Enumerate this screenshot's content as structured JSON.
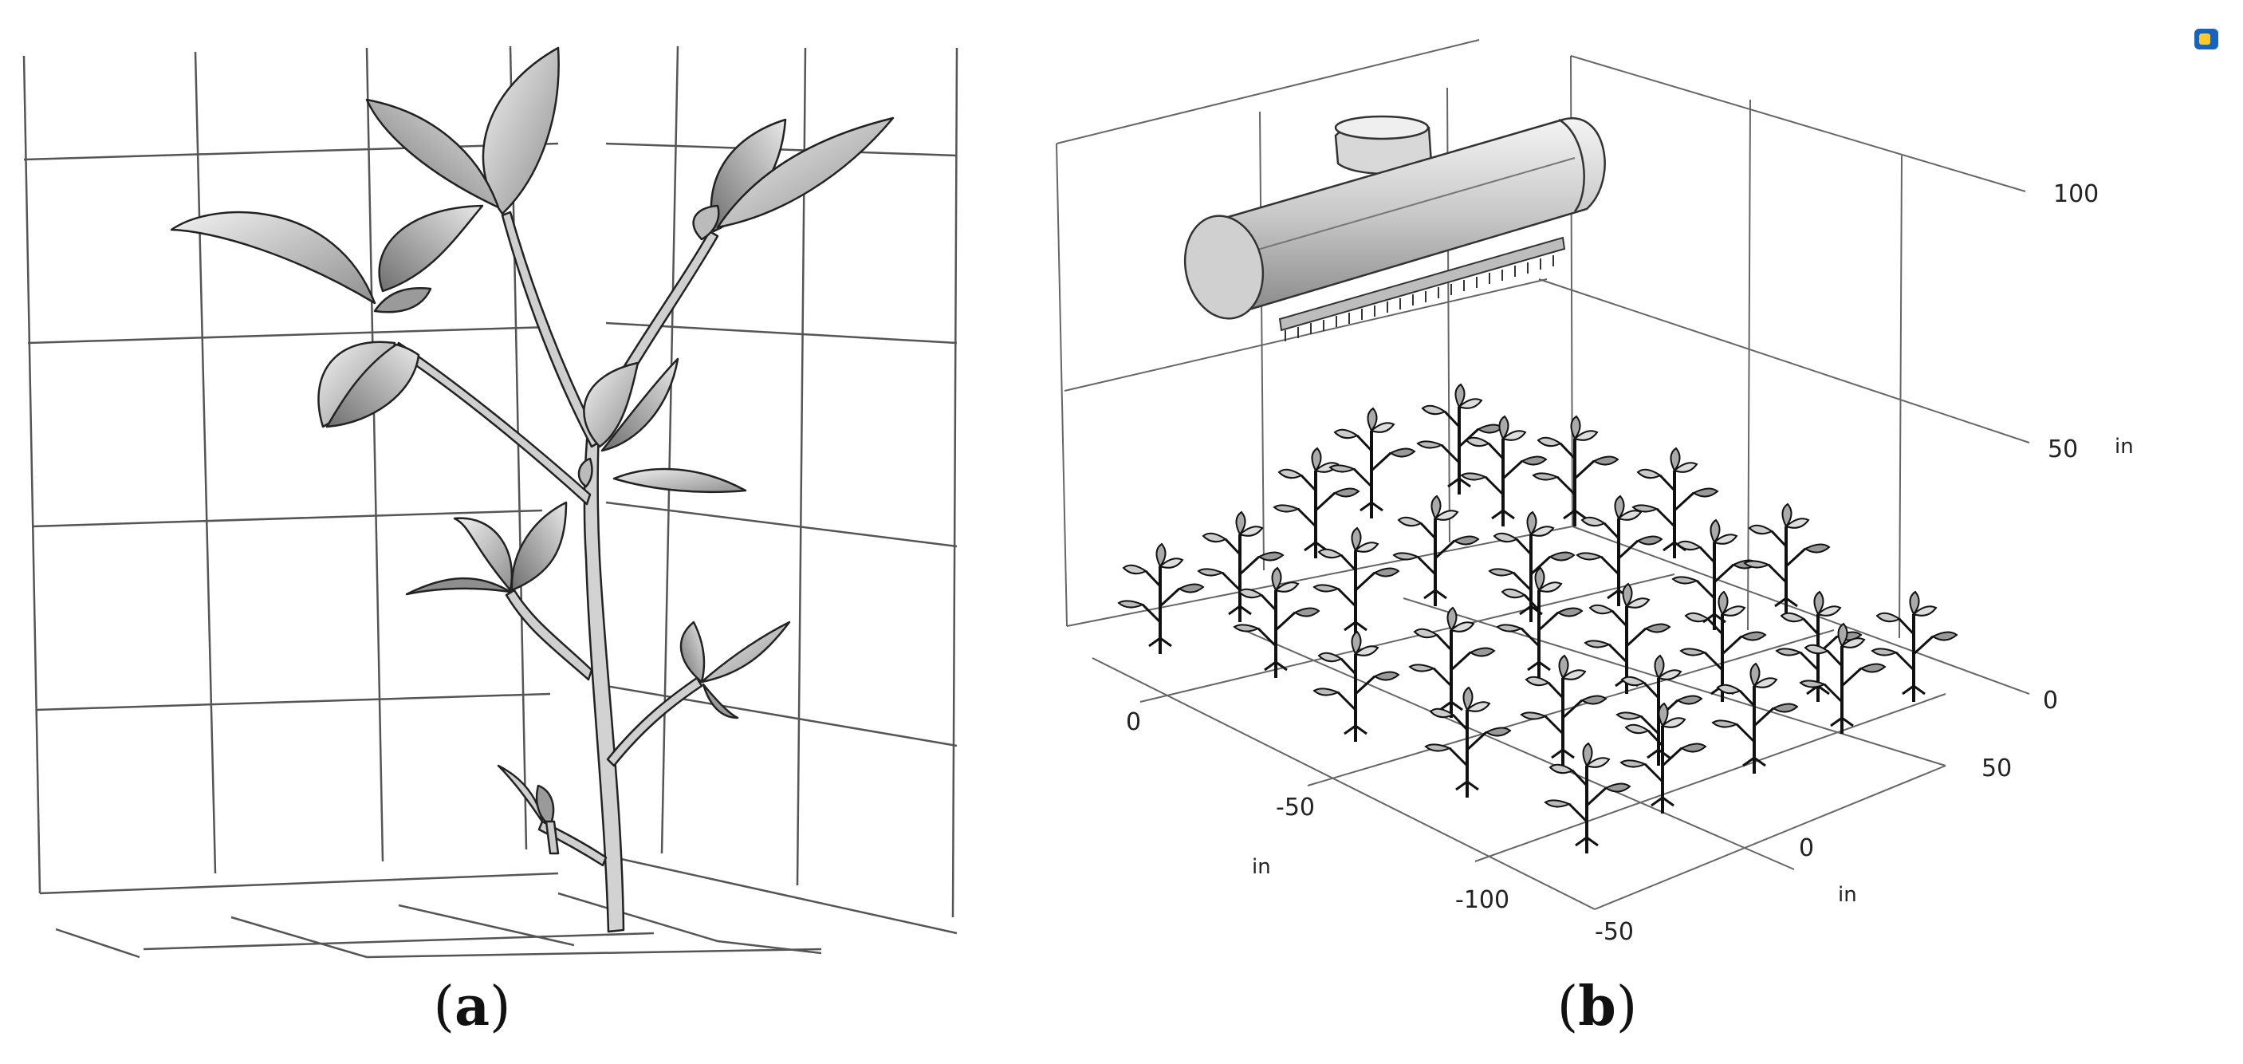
{
  "panel_a": {
    "caption_letter": "a"
  },
  "panel_b": {
    "caption_letter": "b",
    "z_ticks": [
      "100",
      "50",
      "0"
    ],
    "z_unit": "in",
    "x_ticks": [
      "0",
      "-50",
      "-100"
    ],
    "x_unit": "in",
    "y_ticks": [
      "50",
      "0",
      "-50"
    ],
    "y_unit": "in"
  },
  "toolbar": {
    "logo_icon": "app-logo-icon",
    "accent": "#1565c0"
  },
  "colors": {
    "leaf_light": "#e6e6e6",
    "leaf_dark": "#8c8c8c",
    "stem": "#bdbdbd",
    "grid": "#555555",
    "sprayer": "#cfcfcf"
  }
}
